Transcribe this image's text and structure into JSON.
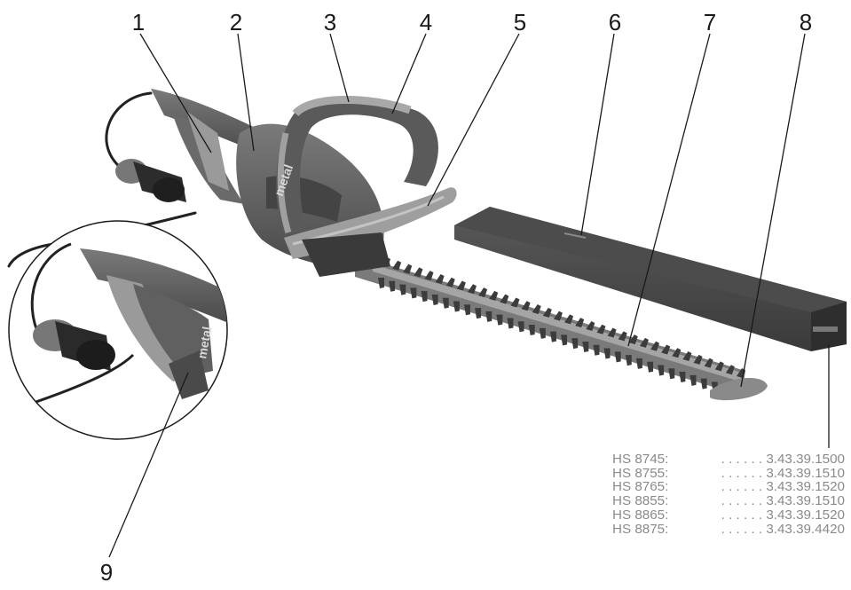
{
  "callouts": [
    {
      "id": 1,
      "label": "1"
    },
    {
      "id": 2,
      "label": "2"
    },
    {
      "id": 3,
      "label": "3"
    },
    {
      "id": 4,
      "label": "4"
    },
    {
      "id": 5,
      "label": "5"
    },
    {
      "id": 6,
      "label": "6"
    },
    {
      "id": 7,
      "label": "7"
    },
    {
      "id": 8,
      "label": "8"
    },
    {
      "id": 9,
      "label": "9"
    }
  ],
  "brand_mark": "metal",
  "parts_list": [
    {
      "model": "HS 8745:",
      "dots": " . . . . . . ",
      "number": "3.43.39.1500"
    },
    {
      "model": "HS 8755:",
      "dots": " . . . . . . ",
      "number": "3.43.39.1510"
    },
    {
      "model": "HS 8765:",
      "dots": " . . . . . . ",
      "number": "3.43.39.1520"
    },
    {
      "model": "HS 8855:",
      "dots": " . . . . . . ",
      "number": "3.43.39.1510"
    },
    {
      "model": "HS 8865:",
      "dots": " . . . . . . ",
      "number": "3.43.39.1520"
    },
    {
      "model": "HS 8875:",
      "dots": " . . . . . . ",
      "number": "3.43.39.4420"
    }
  ],
  "colors": {
    "body": "#5e5e5e",
    "body_dark": "#3f3f3f",
    "trim": "#9a9a9a",
    "blade": "#6b6b6b",
    "cover": "#4a4a4a",
    "text_gray": "#8a8a8a"
  }
}
